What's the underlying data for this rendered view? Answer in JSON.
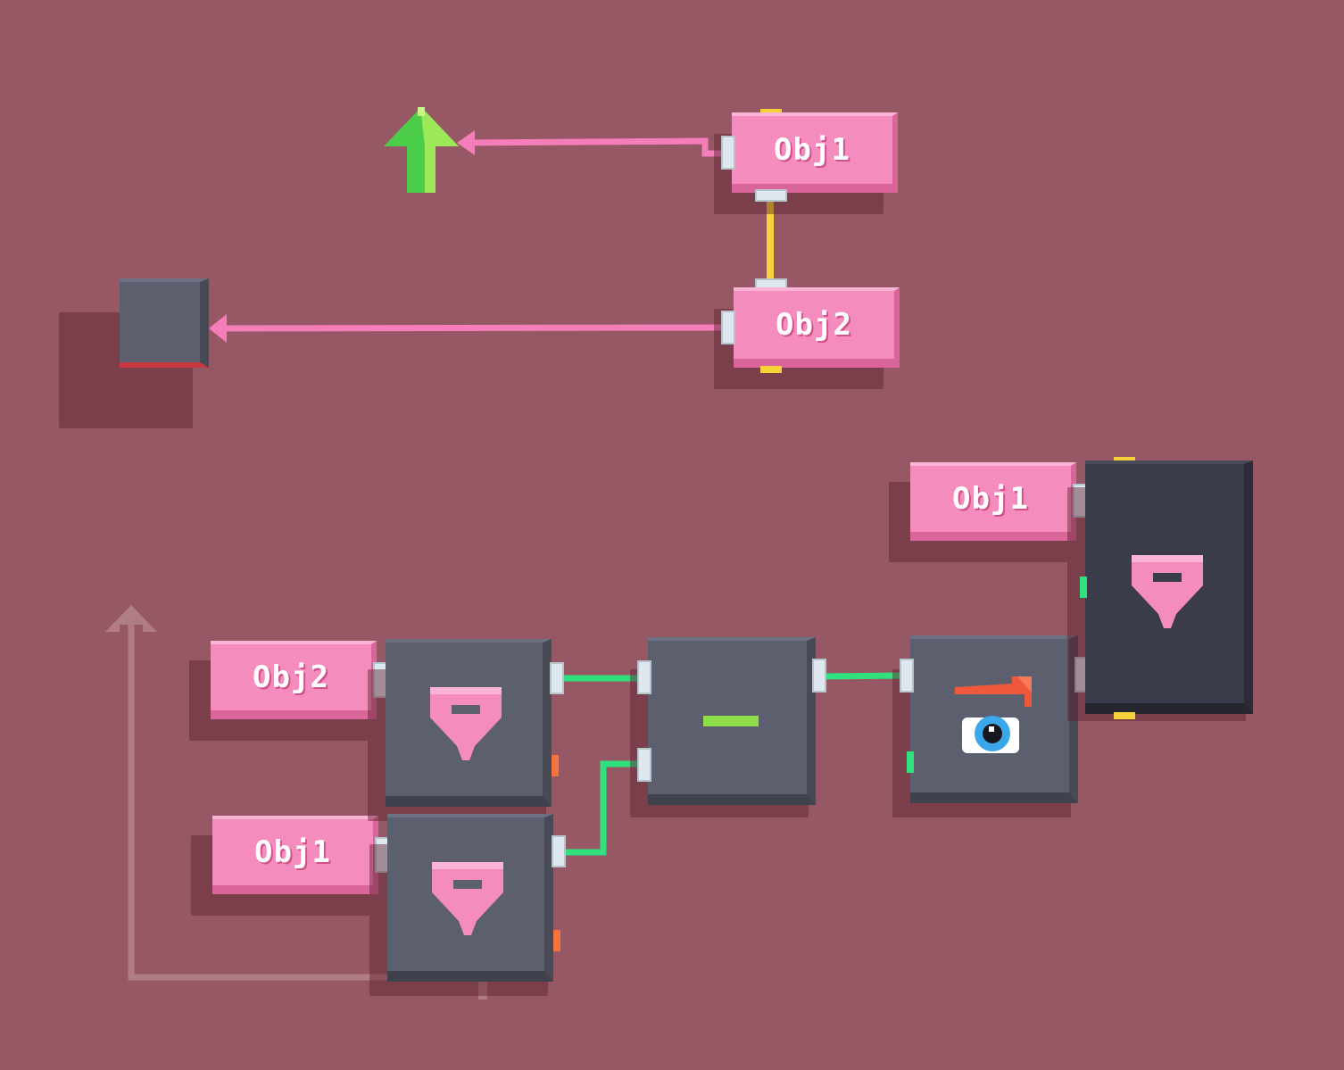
{
  "scene": {
    "background": "#965864",
    "wire_colors": {
      "object_link": "#f47dba",
      "pair_link": "#f5d23a",
      "data_link": "#2fe27e",
      "ghost_link": "#b58088"
    }
  },
  "top_group": {
    "obj1_label": "Obj1",
    "obj2_label": "Obj2",
    "arrow_icon": "green-up-arrow-icon",
    "target_block": "gray-cube"
  },
  "bottom_group": {
    "obj2_label": "Obj2",
    "obj1_label_left": "Obj1",
    "obj1_label_right": "Obj1",
    "subtract_symbol": "minus-icon",
    "pin_icon": "map-pin-icon",
    "look_icon": "eye-with-arrow-icon"
  }
}
